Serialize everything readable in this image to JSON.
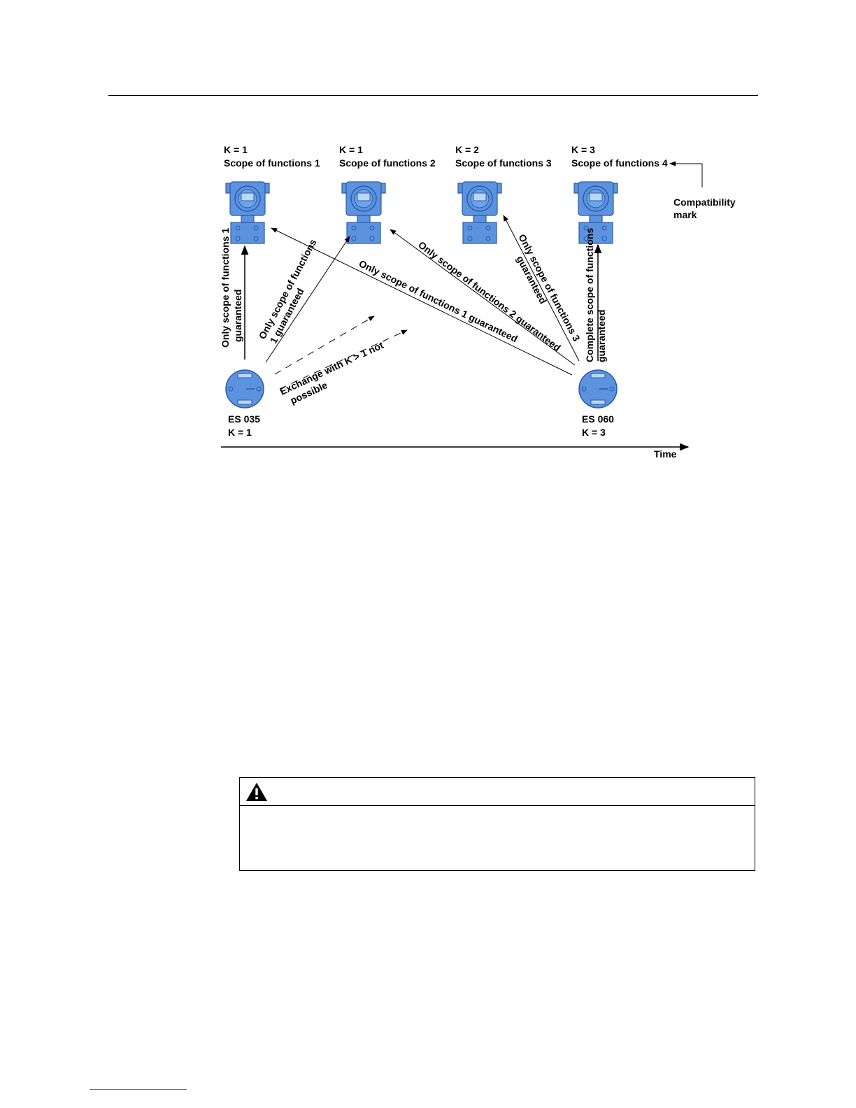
{
  "diagram": {
    "devices_top": [
      {
        "k": "K = 1",
        "scope": "Scope of functions 1"
      },
      {
        "k": "K = 1",
        "scope": "Scope of functions 2"
      },
      {
        "k": "K = 2",
        "scope": "Scope of functions 3"
      },
      {
        "k": "K = 3",
        "scope": "Scope of functions 4"
      }
    ],
    "compatibility_mark": {
      "line1": "Compatibility",
      "line2": "mark"
    },
    "modules": [
      {
        "name": "ES 035",
        "k": "K = 1"
      },
      {
        "name": "ES 060",
        "k": "K = 3"
      }
    ],
    "arrow_labels": {
      "es035_to_dev1": {
        "line1": "Only scope of functions 1",
        "line2": "guaranteed"
      },
      "es035_to_dev2": {
        "line1": "Only scope of functions",
        "line2": "1 guaranteed"
      },
      "exchange": {
        "line1": "Exchange with K > 1 not",
        "line2": "possible"
      },
      "es060_to_dev1": "Only scope of functions 1 guaranteed",
      "es060_to_dev2": "Only scope of functions 2 guaranteed",
      "es060_to_dev3": {
        "line1": "Only scope of functions 3",
        "line2": "guaranteed"
      },
      "es060_to_dev4": {
        "line1": "Complete scope of functions",
        "line2": "guaranteed"
      }
    },
    "time_label": "Time",
    "colors": {
      "device_fill": "#5b93df",
      "device_stroke": "#2d5aa8",
      "device_light": "#bcd6f5"
    }
  },
  "warning": {
    "icon": "warning-triangle-icon"
  }
}
